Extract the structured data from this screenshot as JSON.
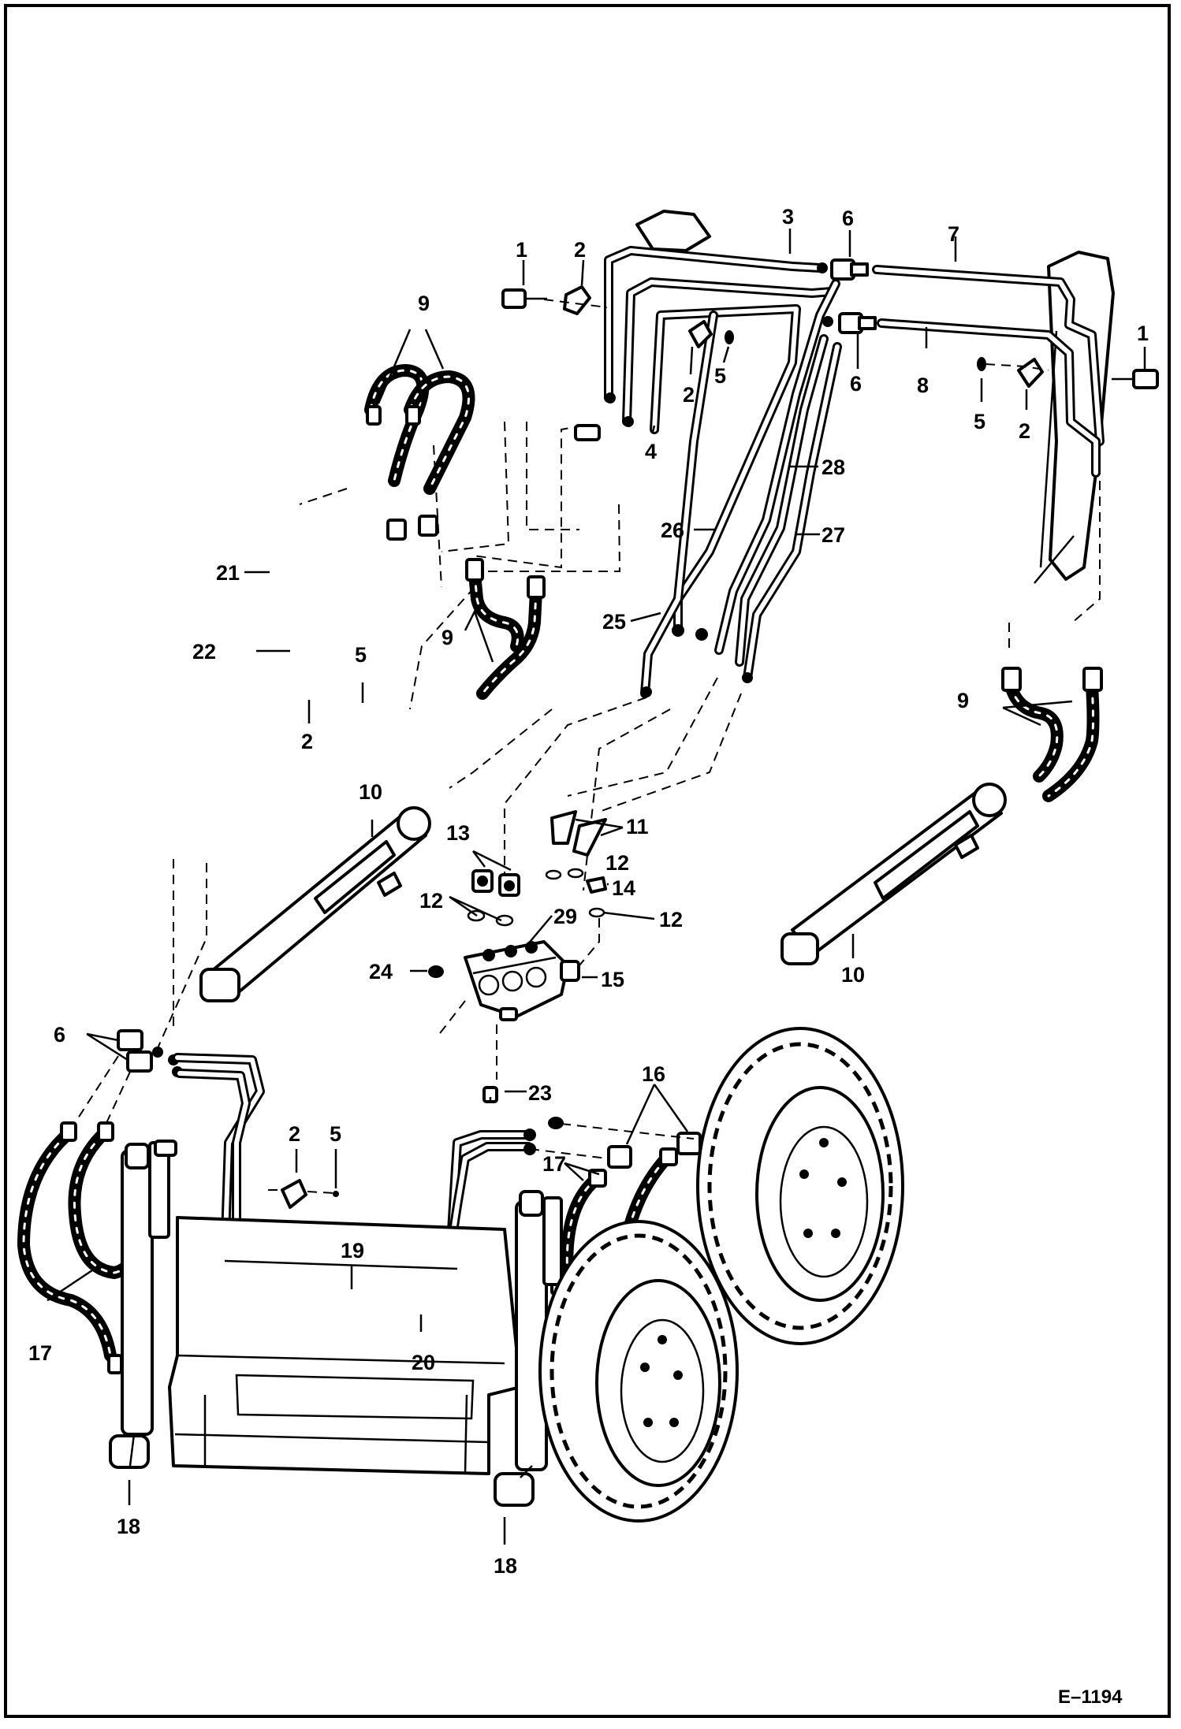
{
  "figure_id": "E–1194",
  "callouts": [
    {
      "label": "1"
    },
    {
      "label": "2"
    },
    {
      "label": "3"
    },
    {
      "label": "6"
    },
    {
      "label": "7"
    },
    {
      "label": "9"
    },
    {
      "label": "2"
    },
    {
      "label": "5"
    },
    {
      "label": "4"
    },
    {
      "label": "6"
    },
    {
      "label": "8"
    },
    {
      "label": "1"
    },
    {
      "label": "5"
    },
    {
      "label": "2"
    },
    {
      "label": "28"
    },
    {
      "label": "26"
    },
    {
      "label": "27"
    },
    {
      "label": "21"
    },
    {
      "label": "25"
    },
    {
      "label": "9"
    },
    {
      "label": "22"
    },
    {
      "label": "5"
    },
    {
      "label": "2"
    },
    {
      "label": "9"
    },
    {
      "label": "10"
    },
    {
      "label": "11"
    },
    {
      "label": "13"
    },
    {
      "label": "12"
    },
    {
      "label": "14"
    },
    {
      "label": "12"
    },
    {
      "label": "29"
    },
    {
      "label": "12"
    },
    {
      "label": "24"
    },
    {
      "label": "15"
    },
    {
      "label": "10"
    },
    {
      "label": "6"
    },
    {
      "label": "23"
    },
    {
      "label": "16"
    },
    {
      "label": "2"
    },
    {
      "label": "5"
    },
    {
      "label": "17"
    },
    {
      "label": "19"
    },
    {
      "label": "17"
    },
    {
      "label": "20"
    },
    {
      "label": "18"
    },
    {
      "label": "18"
    }
  ]
}
